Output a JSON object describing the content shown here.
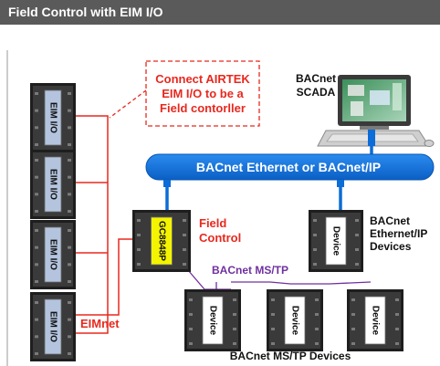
{
  "header": {
    "title": "Field Control with EIM I/O"
  },
  "callout": {
    "lines": [
      "Connect AIRTEK",
      "EIM I/O to be a",
      "Field contorller"
    ]
  },
  "scada": {
    "lines": [
      "BACnet",
      "SCADA"
    ]
  },
  "backbone": {
    "label": "BACnet Ethernet or BACnet/IP"
  },
  "eim_modules": {
    "label": "EIM I/O"
  },
  "controller": {
    "label": "GC8848P",
    "caption_lines": [
      "Field",
      "Control"
    ]
  },
  "ip_device": {
    "label": "Device",
    "caption_lines": [
      "BACnet",
      "Ethernet/IP",
      "Devices"
    ]
  },
  "mstp": {
    "bus_label": "BACnet MS/TP",
    "device_label": "Device",
    "caption": "BACnet MS/TP Devices"
  },
  "eimnet": {
    "label": "EIMnet"
  },
  "colors": {
    "red": "#e8281e",
    "blue": "#0c6cd8",
    "purple": "#7030a0",
    "module_body": "#b4c4de",
    "controller_body": "#f4f400"
  }
}
